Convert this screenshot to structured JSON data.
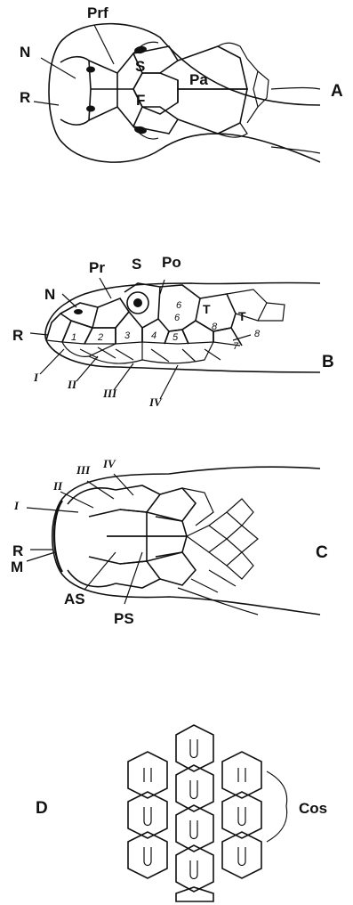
{
  "panels": {
    "a": {
      "letter": "A",
      "labels": {
        "prf": "Prf",
        "n": "N",
        "r": "R",
        "s": "S",
        "f": "F",
        "pa": "Pa"
      }
    },
    "b": {
      "letter": "B",
      "labels": {
        "pr": "Pr",
        "s": "S",
        "po": "Po",
        "n": "N",
        "r": "R",
        "t1": "T",
        "t2": "T",
        "roman_i": "I",
        "roman_ii": "II",
        "roman_iii": "III",
        "roman_iv": "IV"
      },
      "supralabials": [
        "1",
        "2",
        "3",
        "4",
        "5",
        "6",
        "7",
        "8"
      ],
      "ocular_numbers": [
        "6",
        "8"
      ]
    },
    "c": {
      "letter": "C",
      "labels": {
        "i": "I",
        "ii": "II",
        "iii": "III",
        "iv": "IV",
        "r": "R",
        "m": "M",
        "as": "AS",
        "ps": "PS"
      }
    },
    "d": {
      "letter": "D",
      "labels": {
        "cos": "Cos"
      },
      "scale_mark": "U"
    }
  }
}
